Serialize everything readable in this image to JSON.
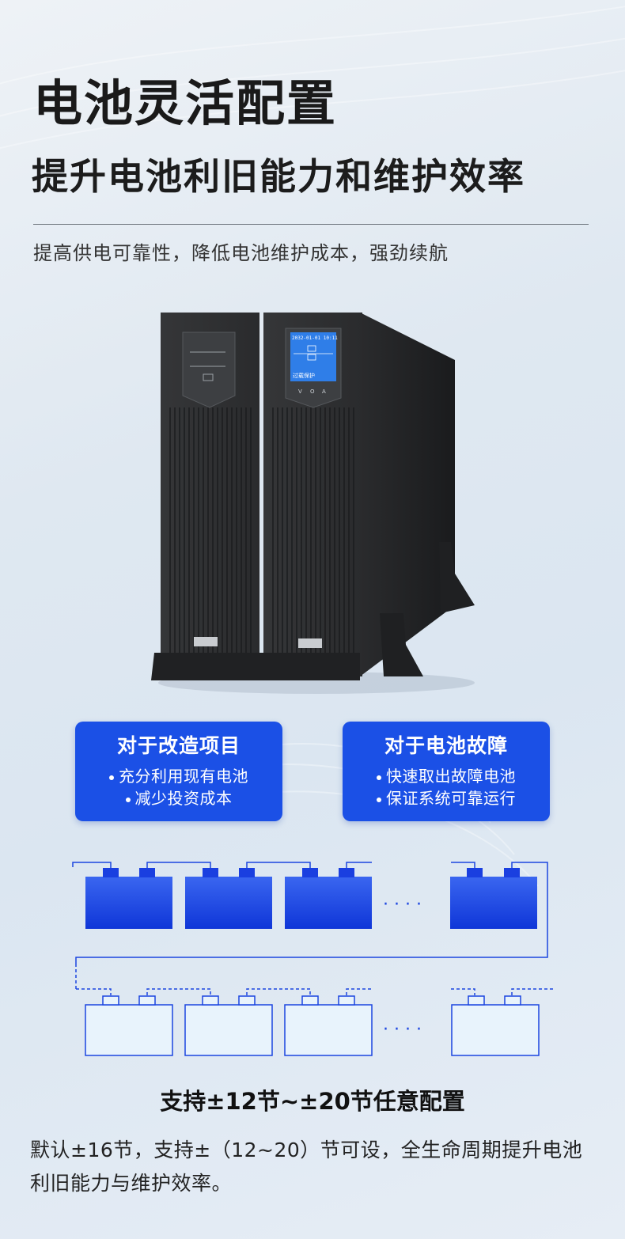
{
  "header": {
    "title": "电池灵活配置",
    "subtitle": "提升电池利旧能力和维护效率",
    "description": "提高供电可靠性，降低电池维护成本，强劲续航"
  },
  "product": {
    "screen_text": "2032-01-01 10:11",
    "screen_status": "过载保护",
    "buttons": [
      "V",
      "O",
      "A"
    ]
  },
  "cards": [
    {
      "title": "对于改造项目",
      "items": [
        "充分利用现有电池",
        "减少投资成本"
      ]
    },
    {
      "title": "对于电池故障",
      "items": [
        "快速取出故障电池",
        "保证系统可靠运行"
      ]
    }
  ],
  "diagram": {
    "ellipsis": "· · · ·"
  },
  "config": {
    "title": "支持±12节~±20节任意配置",
    "description": "默认±16节，支持±（12~20）节可设，全生命周期提升电池利旧能力与维护效率。"
  },
  "colors": {
    "accent": "#1b50e6",
    "battery_dark": "#1a3fe0",
    "battery_light": "#e8f3fc"
  }
}
